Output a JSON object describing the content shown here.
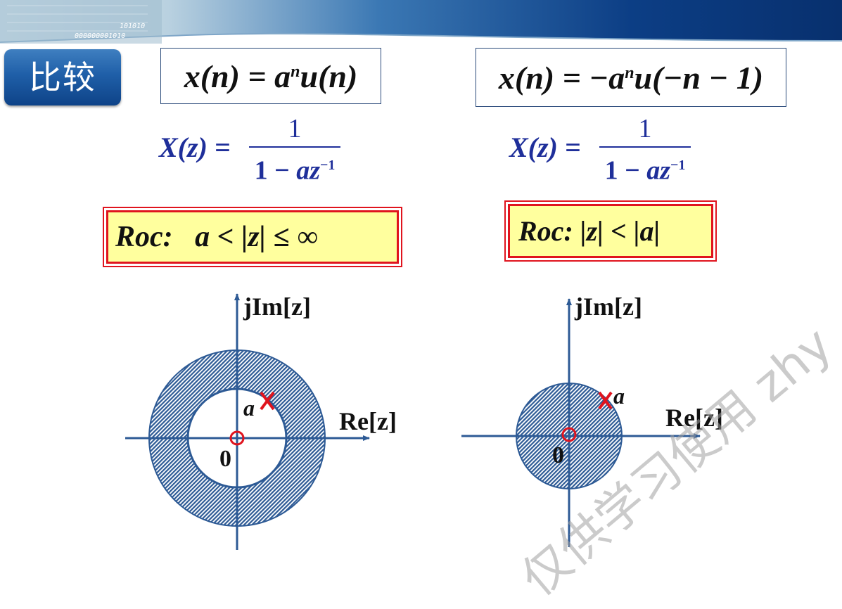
{
  "header": {
    "title": "比较",
    "banner_digits": [
      "101010",
      "000000001010"
    ]
  },
  "left": {
    "sequence": {
      "lhs": "x(n) =",
      "base": "a",
      "exp": "n",
      "rhs": "u(n)"
    },
    "transform": {
      "lhs": "X(z) =",
      "num": "1",
      "den_prefix": "1 − ",
      "den_var": "az",
      "den_exp": "−1"
    },
    "roc": {
      "label": "Roc",
      "sep": ":",
      "condition": "a < |z| ≤ ∞"
    },
    "plot": {
      "y_axis": "jIm[z]",
      "x_axis": "Re[z]",
      "origin": "0",
      "pole": "a",
      "region": "annulus outside |a|"
    }
  },
  "right": {
    "sequence": {
      "lhs": "x(n) = −",
      "base": "a",
      "exp": "n",
      "rhs": "u(−n − 1)"
    },
    "transform": {
      "lhs": "X(z) =",
      "num": "1",
      "den_prefix": "1 − ",
      "den_var": "az",
      "den_exp": "−1"
    },
    "roc": {
      "label": "Roc",
      "sep": " : ",
      "condition": "|z| < |a|"
    },
    "plot": {
      "y_axis": "jIm[z]",
      "x_axis": "Re[z]",
      "origin": "0",
      "pole": "a",
      "region": "disk inside |a|"
    }
  },
  "watermark": "仅供学习使用 zhy",
  "colors": {
    "badge": "#1f5fa8",
    "formula": "#1f2f9a",
    "roc_fill": "#ffff9e",
    "roc_border": "#e0141e",
    "region": "#2d5a95",
    "pole": "#e0141e"
  }
}
